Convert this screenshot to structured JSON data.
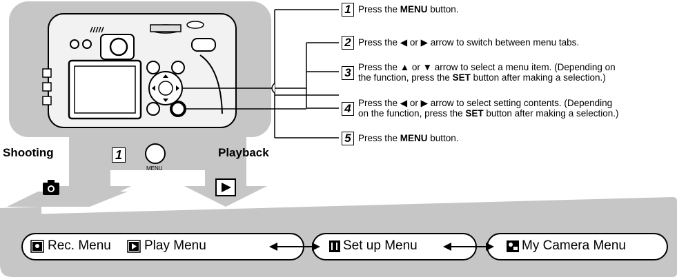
{
  "steps": [
    {
      "number": "1",
      "pre": "Press the ",
      "bold1": "MENU",
      "mid": " button.",
      "bold2": "",
      "post": "",
      "line2": "",
      "line2_bold": "",
      "line2_post": ""
    },
    {
      "number": "2",
      "pre": "Press the ◀ or ▶ arrow to switch between menu tabs.",
      "bold1": "",
      "mid": "",
      "bold2": "",
      "post": "",
      "line2": "",
      "line2_bold": "",
      "line2_post": ""
    },
    {
      "number": "3",
      "pre": "Press the ▲ or ▼ arrow to select a menu item. (Depending on",
      "bold1": "",
      "mid": "",
      "bold2": "",
      "post": "",
      "line2": "the function, press the ",
      "line2_bold": "SET",
      "line2_post": " button after making a selection.)"
    },
    {
      "number": "4",
      "pre": "Press the ◀ or ▶ arrow to select setting contents. (Depending",
      "bold1": "",
      "mid": "",
      "bold2": "",
      "post": "",
      "line2": "on the function, press the ",
      "line2_bold": "SET",
      "line2_post": " button after making a selection.)"
    },
    {
      "number": "5",
      "pre": "Press the ",
      "bold1": "MENU",
      "mid": " button.",
      "bold2": "",
      "post": "",
      "line2": "",
      "line2_bold": "",
      "line2_post": ""
    }
  ],
  "modes": {
    "shooting": "Shooting",
    "playback": "Playback",
    "step_badge": "1",
    "menu_button_label": "MENU"
  },
  "menus": {
    "rec": "Rec. Menu",
    "play": "Play Menu",
    "setup": "Set up Menu",
    "mycamera": "My Camera Menu"
  },
  "icons": {
    "camera": "camera-icon",
    "play": "play-icon",
    "setup": "setup-icon",
    "mycamera": "my-camera-icon",
    "double_arrow": "double-arrow-icon"
  },
  "colors": {
    "gray_panel": "#c6c6c6",
    "dark_gray": "#8a8a8a",
    "black": "#000000"
  }
}
